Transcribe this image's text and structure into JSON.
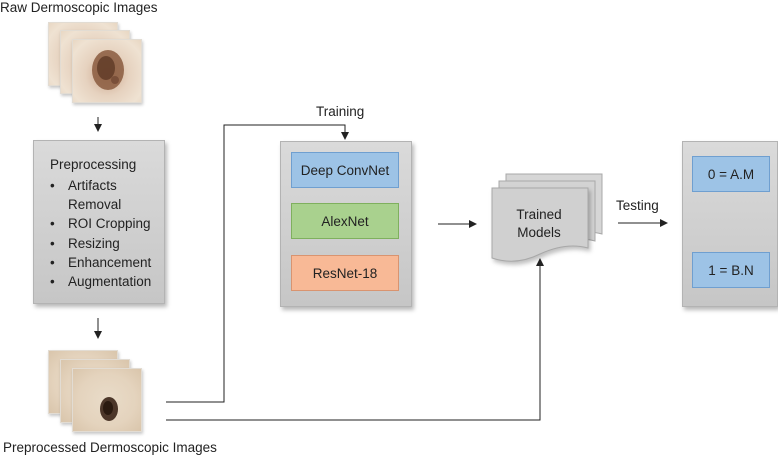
{
  "raw_images": {
    "label": "Raw Dermoscopic Images"
  },
  "preprocessing": {
    "title": "Preprocessing",
    "steps": [
      "Artifacts",
      "Removal",
      "ROI Cropping",
      "Resizing",
      "Enhancement",
      "Augmentation"
    ]
  },
  "preprocessed_images": {
    "label": "Preprocessed Dermoscopic Images"
  },
  "training": {
    "label": "Training",
    "models": [
      "Deep ConvNet",
      "AlexNet",
      "ResNet-18"
    ]
  },
  "trained_models": {
    "line1": "Trained",
    "line2": "Models"
  },
  "testing": {
    "label": "Testing"
  },
  "outputs": [
    "0 = A.M",
    "1 = B.N"
  ],
  "colors": {
    "model_blue": "#9dc3e6",
    "model_green": "#a9d18e",
    "model_orange": "#f8b996",
    "panel_gray": "#d0d0d0"
  }
}
